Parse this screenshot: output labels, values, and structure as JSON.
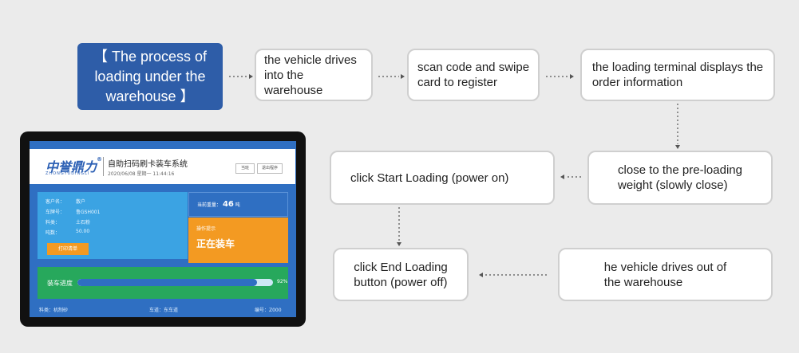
{
  "title": "【 The process of loading under the warehouse 】",
  "steps": [
    {
      "lines": [
        "the vehicle drives",
        "into the warehouse"
      ]
    },
    {
      "lines": [
        "scan code and swipe",
        "card to register"
      ]
    },
    {
      "lines": [
        "the loading terminal displays the",
        "order information"
      ]
    },
    {
      "lines": [
        "close to the pre-loading",
        "weight (slowly close)"
      ]
    },
    {
      "lines": [
        "click Start Loading (power on)"
      ]
    },
    {
      "lines": [
        "click End Loading",
        "button (power off)"
      ]
    },
    {
      "lines": [
        "he vehicle drives out of",
        "the warehouse"
      ]
    }
  ],
  "tablet": {
    "logo": "中誉鼎力",
    "logo_mark": "®",
    "logo_sub": "ZHONGYUDINGLI",
    "system_title": "自助扫码刷卡装车系统",
    "date": "2020/06/08   星期一   11:44:16",
    "btn_switch": "当班",
    "btn_exit": "退出程序",
    "fields": [
      {
        "label": "客户名：",
        "value": "散户"
      },
      {
        "label": "车牌号：",
        "value": "鲁GSH001"
      },
      {
        "label": "料类：",
        "value": "土石粉"
      },
      {
        "label": "吨数：",
        "value": "50.00"
      }
    ],
    "print_button": "打印清单",
    "weight_label": "当前重量：",
    "weight_value": "46",
    "weight_unit": "吨",
    "status_label": "操作提示",
    "status_text": "正在装车",
    "progress_label": "装车进度",
    "progress_pct": "92%",
    "progress_value": 0.92,
    "footer_material": "料类：机制砂",
    "footer_lane": "车道：东车道",
    "footer_no": "编号：Z000"
  },
  "colors": {
    "title_bg": "#2e5da8",
    "screen_bg": "#2f6fc2",
    "info_panel": "#3ba3e3",
    "status_panel": "#f39a22",
    "progress_panel": "#27a85c"
  }
}
